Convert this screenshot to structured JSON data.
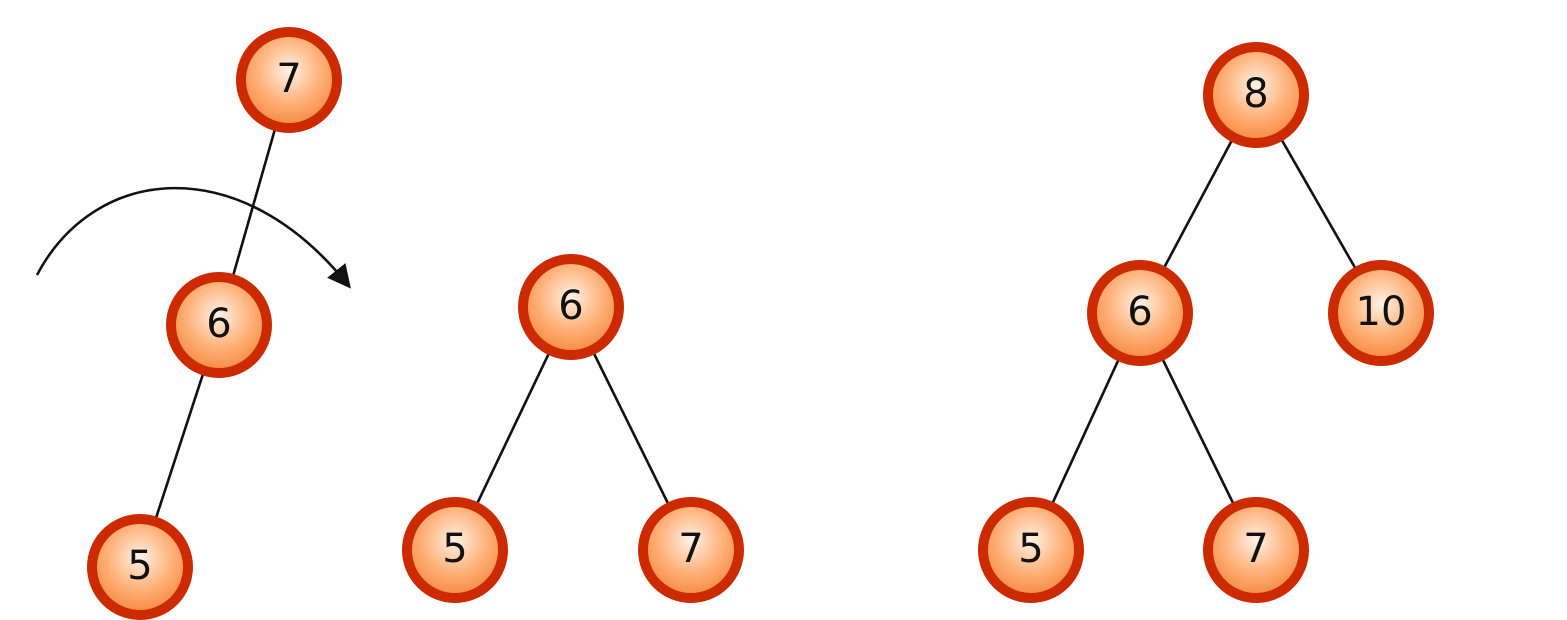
{
  "colors": {
    "node_border": "#cc2a00",
    "node_fill_light": "#fff2e6",
    "node_fill_mid": "#ffb27a",
    "node_fill_dark": "#f4873e",
    "edge": "#111111"
  },
  "trees": [
    {
      "id": "tree-before-rotation",
      "nodes": [
        {
          "id": "t1-n7",
          "label": "7"
        },
        {
          "id": "t1-n6",
          "label": "6"
        },
        {
          "id": "t1-n5",
          "label": "5"
        }
      ],
      "edges": [
        [
          "t1-n7",
          "t1-n6"
        ],
        [
          "t1-n6",
          "t1-n5"
        ]
      ]
    },
    {
      "id": "tree-after-rotation",
      "nodes": [
        {
          "id": "t2-n6",
          "label": "6"
        },
        {
          "id": "t2-n5",
          "label": "5"
        },
        {
          "id": "t2-n7",
          "label": "7"
        }
      ],
      "edges": [
        [
          "t2-n6",
          "t2-n5"
        ],
        [
          "t2-n6",
          "t2-n7"
        ]
      ]
    },
    {
      "id": "tree-rooted-at-8",
      "nodes": [
        {
          "id": "t3-n8",
          "label": "8"
        },
        {
          "id": "t3-n6",
          "label": "6"
        },
        {
          "id": "t3-n10",
          "label": "10"
        },
        {
          "id": "t3-n5",
          "label": "5"
        },
        {
          "id": "t3-n7",
          "label": "7"
        }
      ],
      "edges": [
        [
          "t3-n8",
          "t3-n6"
        ],
        [
          "t3-n8",
          "t3-n10"
        ],
        [
          "t3-n6",
          "t3-n5"
        ],
        [
          "t3-n6",
          "t3-n7"
        ]
      ]
    }
  ],
  "rotation_arrow": {
    "icon": "curved-arrow-icon"
  }
}
